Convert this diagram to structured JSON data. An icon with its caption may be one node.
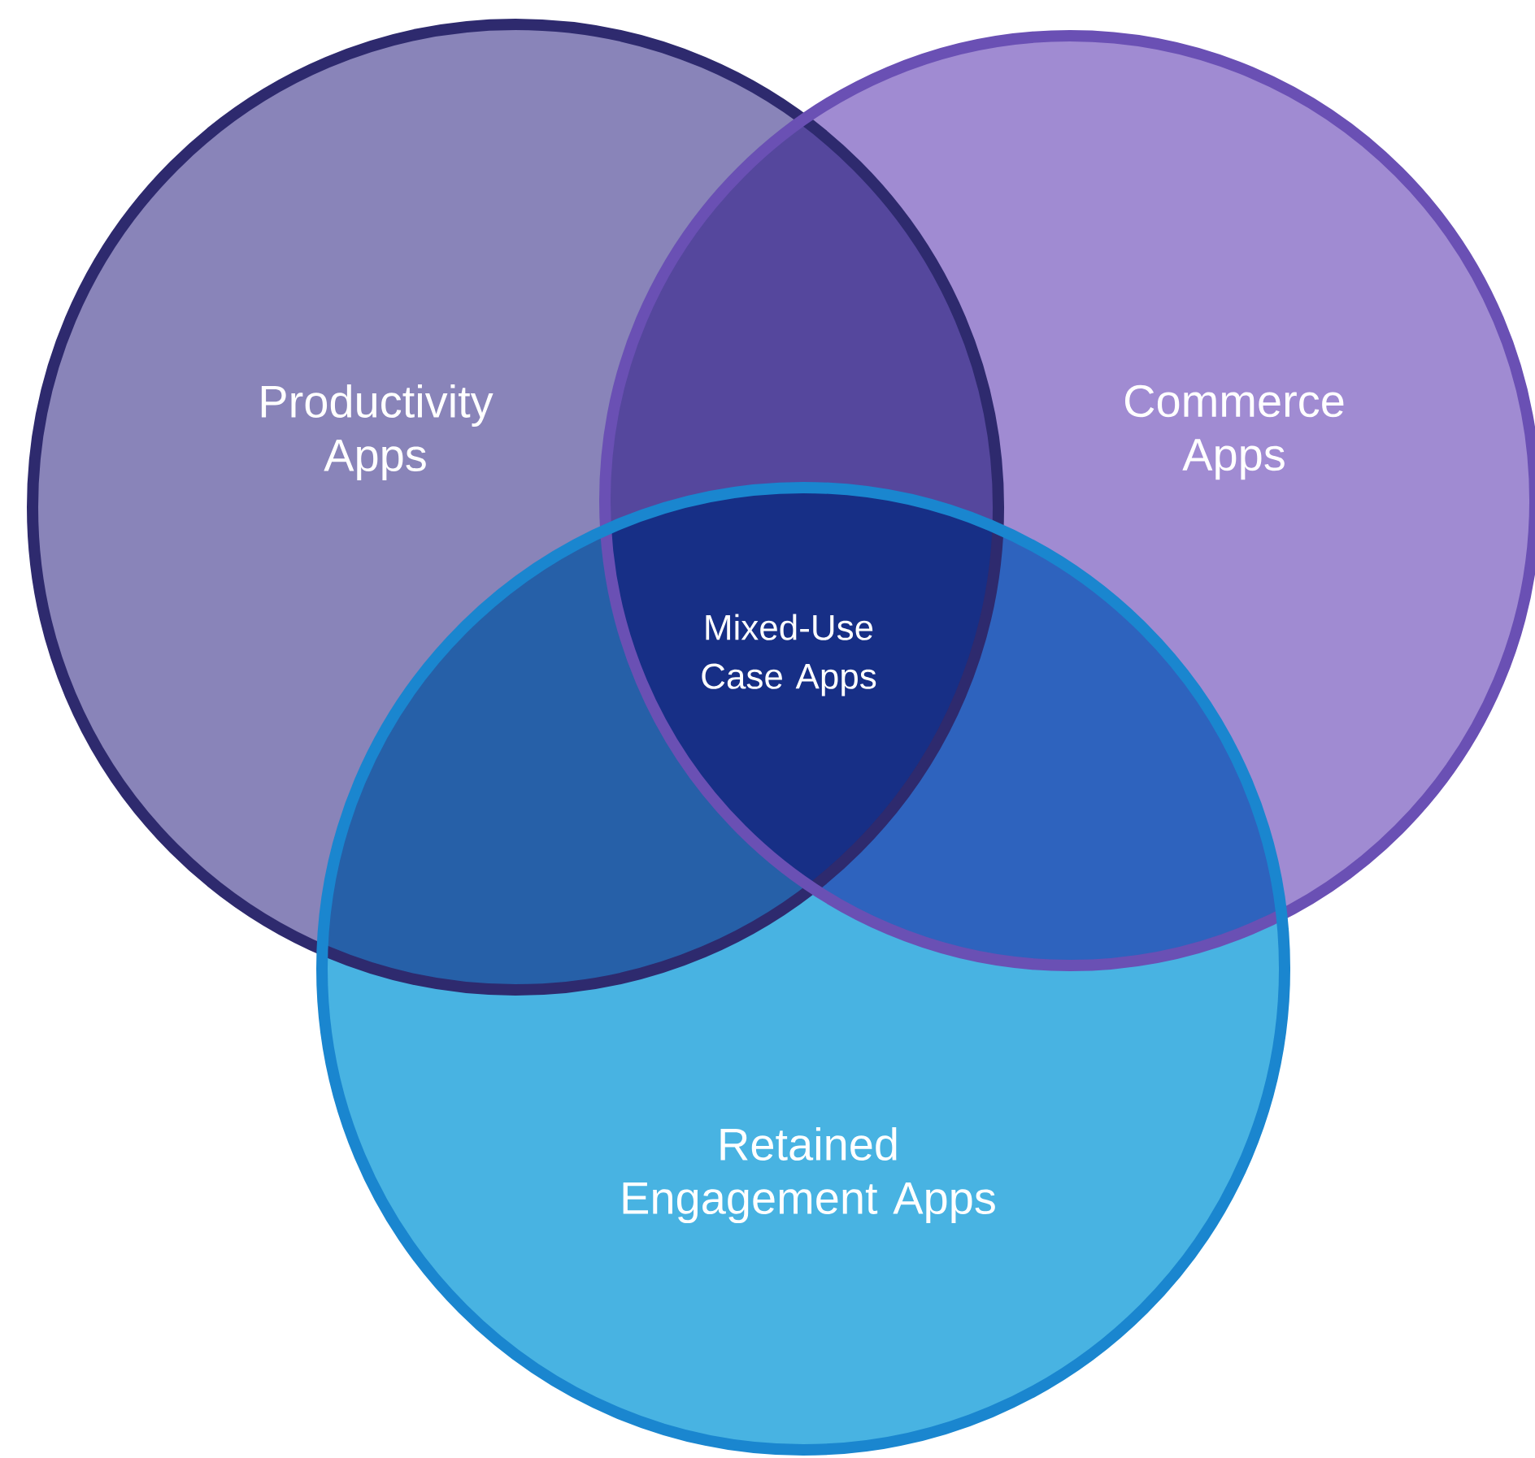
{
  "diagram": {
    "nodes": [
      {
        "text": [
          "Productivity Apps"
        ]
      },
      {
        "text": [
          "Commerce Apps"
        ]
      },
      {
        "text": [
          "Retained Engagement Apps"
        ]
      }
    ],
    "labels": [
      "Mixed-Use Case Apps"
    ]
  }
}
